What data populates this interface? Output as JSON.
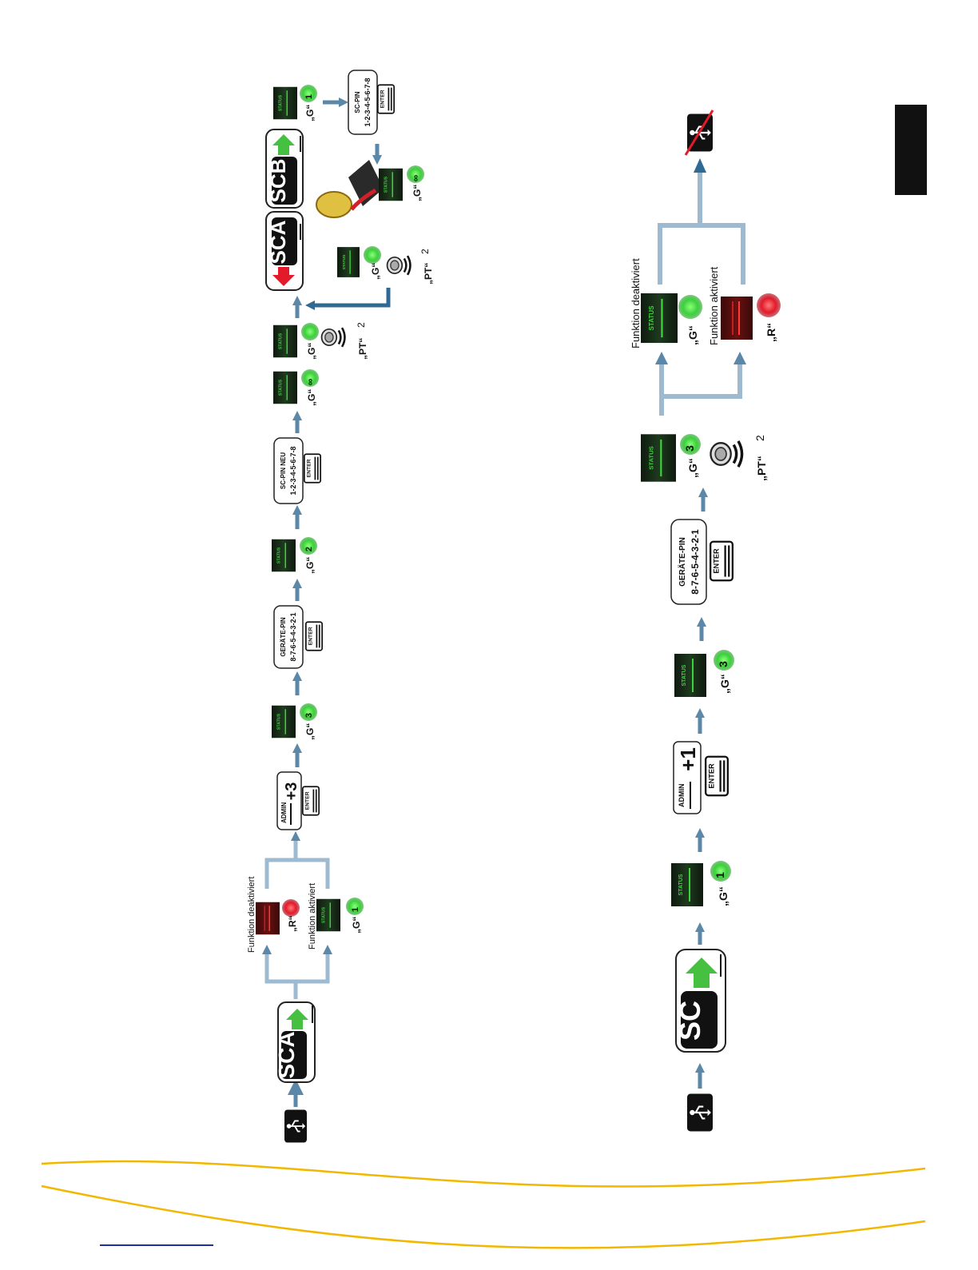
{
  "colors": {
    "arrow": "#5b87a8",
    "panel": "#1c2a1c",
    "led_green": "#3cd23c",
    "led_red": "#e21a2a",
    "arrow_up_green": "#46c040",
    "arrow_down_red": "#e21a2a",
    "wave": "#f2b700",
    "tab": "#111111",
    "page_line": "#1f2fa0"
  },
  "icons": [
    "usb-icon",
    "usb-crossed-icon",
    "speaker-icon",
    "key-card-icon",
    "status-led-icon",
    "enter-key-icon"
  ],
  "labels": {
    "status": "STATUS",
    "enter": "ENTER",
    "admin": "ADMIN",
    "green": "„G“",
    "red": "„R“",
    "pt": "„PT“",
    "pt_count": "2",
    "infinity": "∞",
    "funktion_deaktiviert": "Funktion deaktiviert",
    "funktion_aktiviert": "Funktion aktiviert"
  },
  "top_flow": {
    "sca_button": "SCA",
    "scb_button": "SCB",
    "admin_plus": "+3",
    "led_counts": {
      "first": "1",
      "second": "3",
      "third": "2",
      "sc_pin_confirm": "1"
    },
    "geraete_pin_title": "GERÄTE-PIN",
    "geraete_pin_value": "8-7-6-5-4-3-2-1",
    "sc_pin_neu_title": "SC-PIN NEU",
    "sc_pin_neu_value": "1-2-3-4-5-6-7-8",
    "sc_pin_title": "SC-PIN",
    "sc_pin_value": "1-2-3-4-5-6-7-8"
  },
  "bottom_flow": {
    "sc_button": "SC",
    "admin_plus": "+1",
    "led_counts": {
      "first": "1",
      "second": "3",
      "third": "3"
    },
    "geraete_pin_title": "GERÄTE-PIN",
    "geraete_pin_value": "8-7-6-5-4-3-2-1"
  }
}
